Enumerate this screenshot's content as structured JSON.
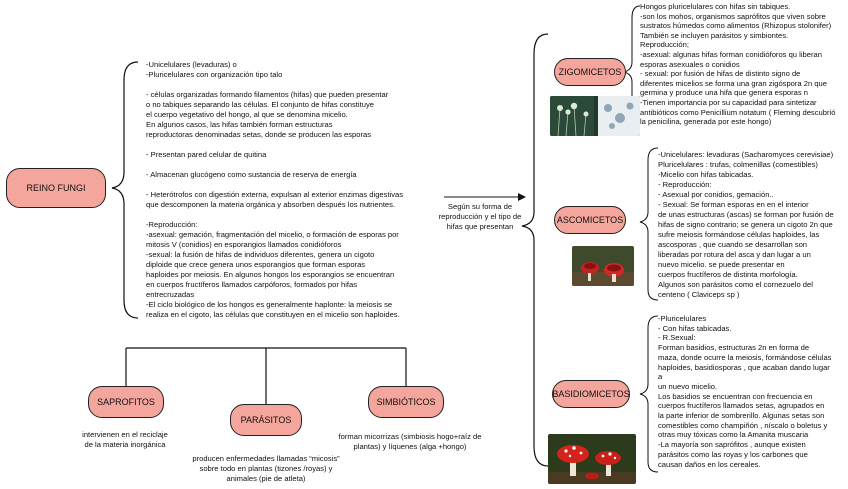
{
  "root": {
    "label": "REINO FUNGI"
  },
  "description": "-Unicelulares (levaduras) o\n-Pluricelulares con organización tipo talo\n\n- células organizadas formando filamentos (hifas) que pueden presentar\no no tabiques separando las células. El conjunto de hifas constituye\nel cuerpo vegetativo del hongo, al que se denomina micelio.\nEn algunos casos, las hifas también forman estructuras\nreproductoras denominadas setas, donde se producen las esporas\n\n- Presentan pared celular de quitina\n\n- Almacenan glucógeno como sustancia de reserva de energía\n\n- Heterótrofos con digestión externa, expulsan al exterior enzimas digestivas\nque descomponen la materia orgánica y absorben después los nutrientes.\n\n-Reproducción:\n-asexual: gemación, fragmentación del micelio, o formación de esporas por\nmitosis V (conidios) en esporangios llamados conidióforos\n-sexual: la fusión de hifas de individuos diferentes, genera un cigoto\ndiploide que crece genera unos esporangios que forman esporas\nhaploides por meiosis. En algunos hongos los esporangios se encuentran\nen cuerpos fructíferos llamados carpóforos, formados por hifas\nentrecruzadas\n-El ciclo biológico de los hongos es generalmente haplonte: la meiosis se\nrealiza  en el cigoto,  las células que constituyen en el micelio son haploides.",
  "arrow_label": "Según su forma de\nreproducción y el tipo de\nhifas que presentan",
  "groups": [
    {
      "label": "ZIGOMICETOS",
      "text": "Hongos pluricelulares con hifas sin tabiques.\n-son los mohos, organismos saprófitos que viven sobre\nsustratos húmedos como alimentos (Rhizopus stolonifer)\nTambién se incluyen parásitos y simbiontes.\nReproducción;\n-asexual: algunas hifas forman conidióforos qu liberan\nesporas asexuales o conidios\n- sexual: por fusión de hifas de distinto signo de\ndiferentes micelios se forma una gran zigóspora 2n que\ngermina y produce una hifa que genera esporas n\n-Tienen importancia por su capacidad para sintetizar\nantibióticos como Penicillium notatum ( Fleming descubrió\nla penicilina, generada por este hongo)"
    },
    {
      "label": "ASCOMICETOS",
      "text": "-Unicelulares: levaduras (Sacharomyces cerevisiae)\nPluricelulares : trufas, colmenillas (comestibles)\n-Micelio con hifas tabicadas.\n- Reproducción:\n- Asexual por conidios, gemación..\n- Sexual: Se forman esporas en en el interior\nde unas estructuras (ascas) se forman por fusión de\nhifas de signo contrario; se genera un cigoto 2n que\nsufre meiosis formándose células haploides, las\nascosporas , que cuando se desarrollan son\nliberadas por rotura del asca y dan lugar a un\nnuevo micelio. se puede presentar en\ncuerpos fructíferos de distinta morfología.\nAlgunos son parásitos como el cornezuelo del\ncenteno ( Claviceps sp )"
    },
    {
      "label": "BASIDIOMICETOS",
      "text": "-Pluricelulares\n- Con hifas tabicadas.\n- R.Sexual:\nForman basidios, estructuras 2n en forma de\nmaza, donde ocurre la meiosis, formándose células\nhaploides, basidiosporas , que acaban dando lugar\na\nun nuevo micelio.\nLos basidios se encuentran con frecuencia en\ncuerpos fructíferos llamados setas, agrupados en\nla parte inferior de sombrerillo. Algunas setas son\ncomestibles como champiñón , níscalo o boletus y\notras muy tóxicas como la Amanita muscaria\n-La mayoría son saprófitos , aunque existen\nparásitos como las royas y los carbones que\ncausan daños en los cereales."
    }
  ],
  "nutrition": [
    {
      "label": "SAPROFITOS",
      "text": "intervienen en el reciclaje\nde la materia inorgánica"
    },
    {
      "label": "PARÁSITOS",
      "text": "producen enfermedades llamadas “micosis”\nsobre todo en plantas (tizones /royas) y\nanimales (pie de atleta)"
    },
    {
      "label": "SIMBIÓTICOS",
      "text": "forman micorrizas (simbiosis hogo+raíz de\nplantas) y líquenes (alga +hongo)"
    }
  ],
  "colors": {
    "node_fill": "#f4a59c",
    "line": "#111111"
  }
}
